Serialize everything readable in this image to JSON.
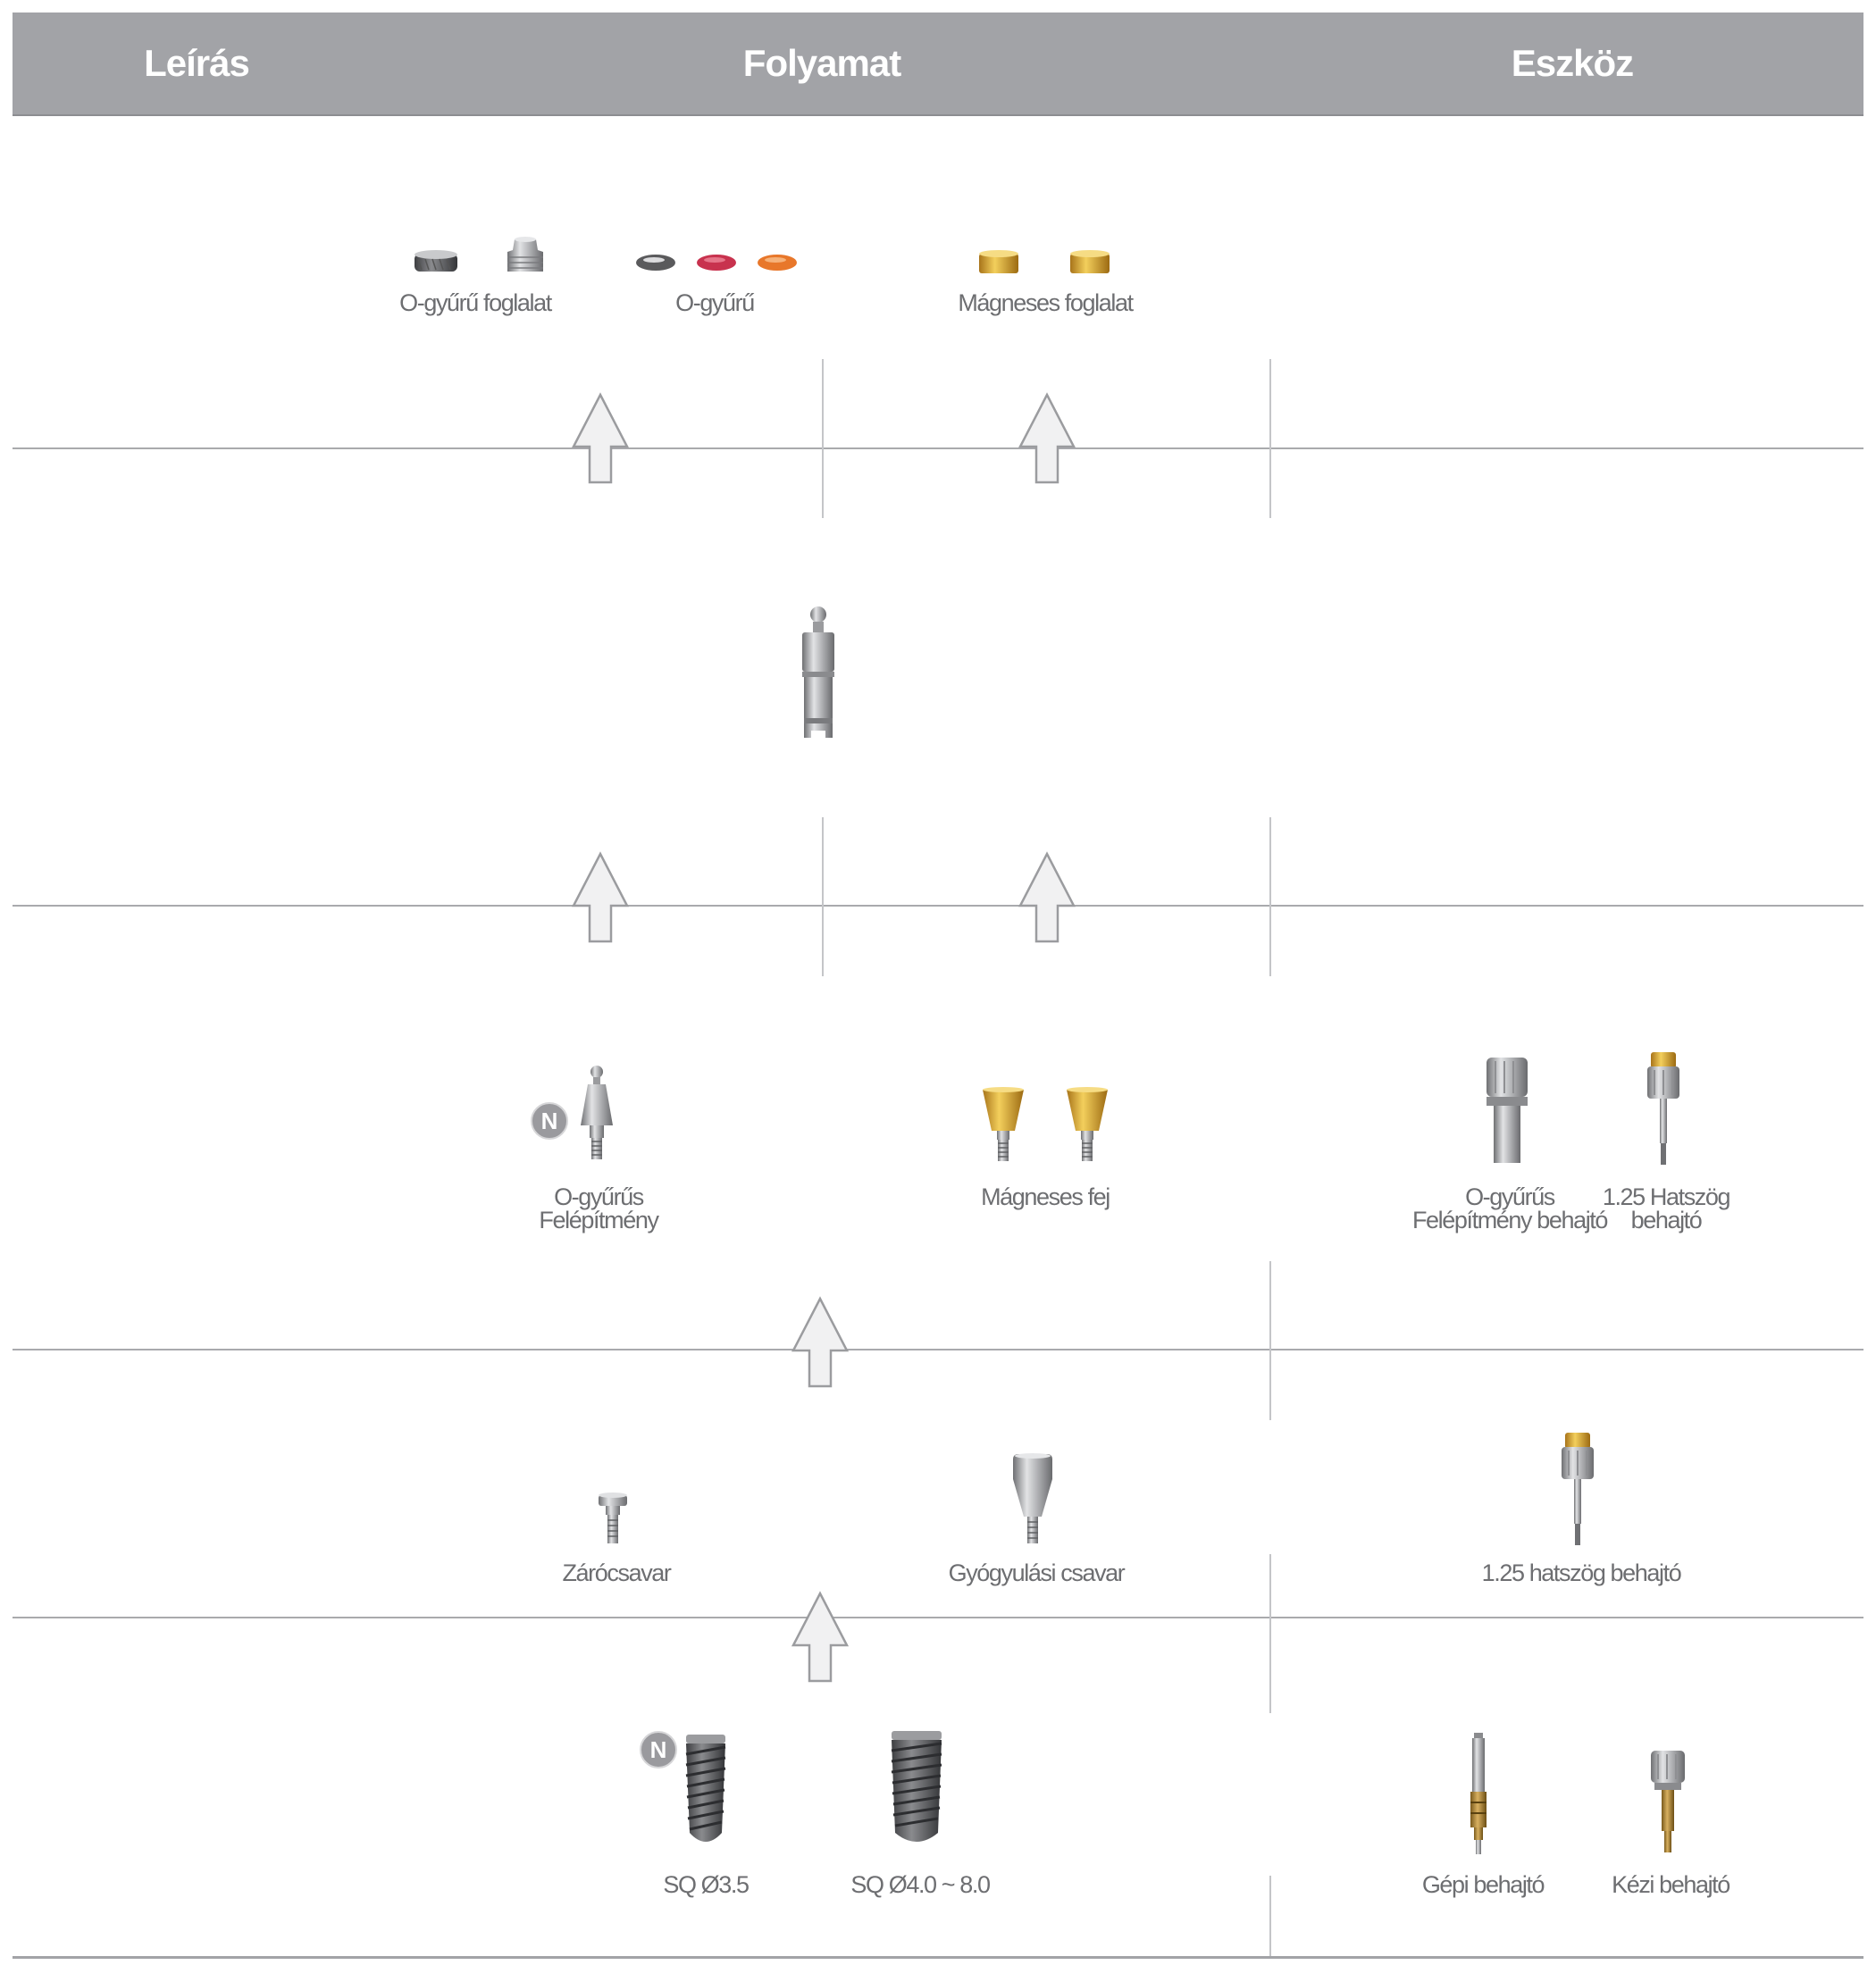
{
  "header": {
    "col_description": "Leírás",
    "col_process": "Folyamat",
    "col_tool": "Eszköz"
  },
  "top_row": {
    "oring_housing": "O-gyűrű foglalat",
    "oring": "O-gyűrű",
    "magnetic_housing": "Mágneses foglalat",
    "oring_colors": [
      "#5a5a5c",
      "#c8324e",
      "#e8772a"
    ]
  },
  "abutment_row": {
    "oring_abutment": "O-gyűrűs\nFelépítmény",
    "magnetic_head": "Mágneses fej",
    "oring_abutment_driver": "O-gyűrűs\nFelépítmény behajtó",
    "hex_driver": "1.25 Hatszög\nbehajtó",
    "badge": "N"
  },
  "cover_row": {
    "cover_screw": "Zárócsavar",
    "healing_screw": "Gyógyulási csavar",
    "hex_driver": "1.25 hatszög behajtó"
  },
  "implant_row": {
    "implant_small": "SQ Ø3.5",
    "implant_large": "SQ Ø4.0 ~ 8.0",
    "machine_driver": "Gépi behajtó",
    "hand_driver": "Kézi behajtó",
    "badge": "N"
  },
  "colors": {
    "header_bg": "#a2a3a7",
    "gold": "#d9a52a",
    "metal": "#a8a9ac"
  }
}
